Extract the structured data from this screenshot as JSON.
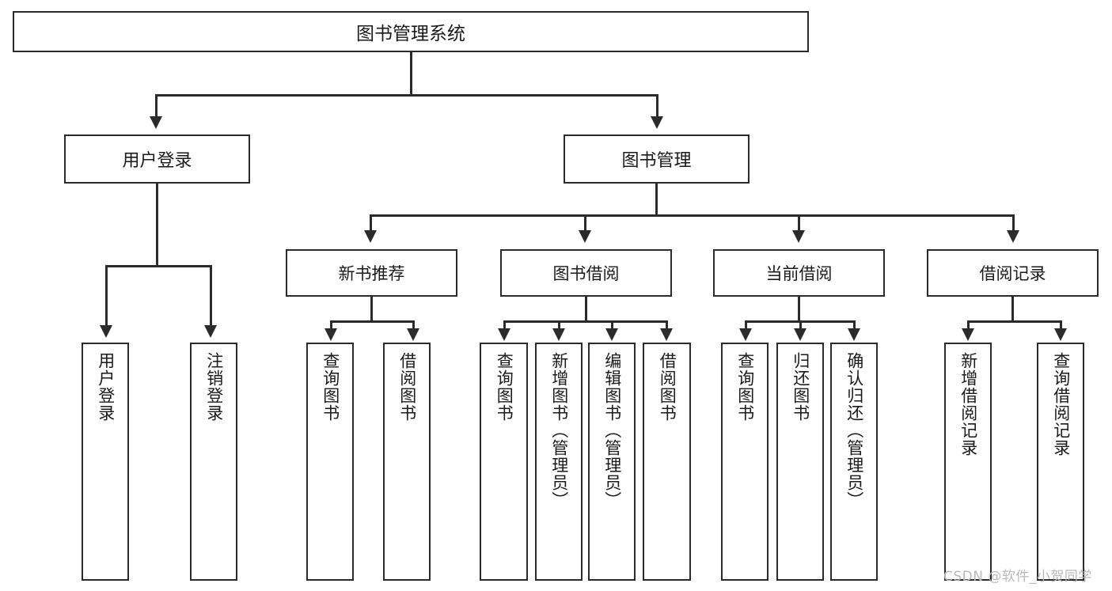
{
  "diagram": {
    "title": "图书管理系统",
    "type": "tree-hierarchy",
    "levels": {
      "root": {
        "label": "图书管理系统"
      },
      "level2": [
        {
          "id": "user-login",
          "label": "用户登录"
        },
        {
          "id": "book-management",
          "label": "图书管理"
        }
      ],
      "level3": [
        {
          "id": "new-book-recommend",
          "label": "新书推荐",
          "parent": "book-management"
        },
        {
          "id": "book-borrow",
          "label": "图书借阅",
          "parent": "book-management"
        },
        {
          "id": "current-borrow",
          "label": "当前借阅",
          "parent": "book-management"
        },
        {
          "id": "borrow-record",
          "label": "借阅记录",
          "parent": "book-management"
        }
      ],
      "leaves": [
        {
          "id": "leaf-user-login",
          "label": "用户登录",
          "parent": "user-login"
        },
        {
          "id": "leaf-logout-login",
          "label": "注销登录",
          "parent": "user-login"
        },
        {
          "id": "leaf-query-book-1",
          "label": "查询图书",
          "parent": "new-book-recommend"
        },
        {
          "id": "leaf-borrow-book-1",
          "label": "借阅图书",
          "parent": "new-book-recommend"
        },
        {
          "id": "leaf-query-book-2",
          "label": "查询图书",
          "parent": "book-borrow"
        },
        {
          "id": "leaf-add-book",
          "label": "新增图书（管理员）",
          "parent": "book-borrow"
        },
        {
          "id": "leaf-edit-book",
          "label": "编辑图书（管理员）",
          "parent": "book-borrow"
        },
        {
          "id": "leaf-borrow-book-2",
          "label": "借阅图书",
          "parent": "book-borrow"
        },
        {
          "id": "leaf-query-book-3",
          "label": "查询图书",
          "parent": "current-borrow"
        },
        {
          "id": "leaf-return-book",
          "label": "归还图书",
          "parent": "current-borrow"
        },
        {
          "id": "leaf-confirm-return",
          "label": "确认归还（管理员）",
          "parent": "current-borrow"
        },
        {
          "id": "leaf-add-record",
          "label": "新增借阅记录",
          "parent": "borrow-record"
        },
        {
          "id": "leaf-query-record",
          "label": "查询借阅记录",
          "parent": "borrow-record"
        }
      ]
    },
    "colors": {
      "stroke": "#2b2b2b",
      "fill": "#ffffff",
      "text": "#1a1a1a",
      "watermark": "#b9b9b9"
    }
  },
  "watermark": {
    "text": "CSDN @软件_小贺同学"
  }
}
